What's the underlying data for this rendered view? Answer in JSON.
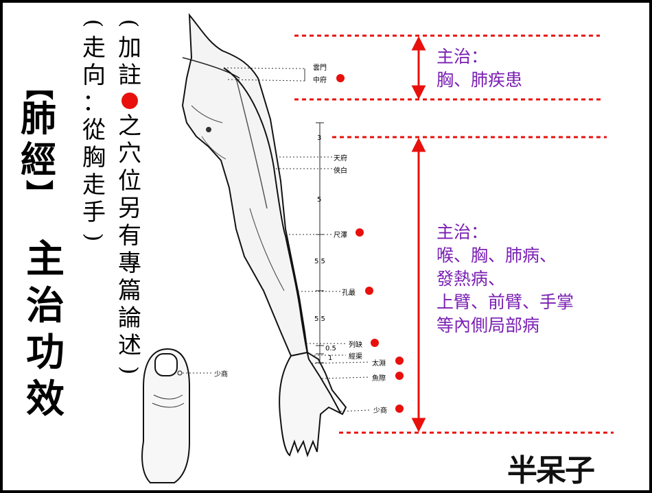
{
  "title": {
    "open_bracket": "【",
    "chars": [
      "肺",
      "經"
    ],
    "close_bracket": "】"
  },
  "subtitle": {
    "chars": [
      "主",
      "治",
      "功",
      "效"
    ]
  },
  "direction": {
    "open_paren": "(",
    "chars": [
      "走",
      "向",
      "：",
      "從",
      "胸",
      "走",
      "手"
    ],
    "close_paren": ")"
  },
  "note": {
    "open_paren": "(",
    "prefix_chars": [
      "加",
      "註"
    ],
    "suffix_chars": [
      "之",
      "穴",
      "位",
      "另",
      "有",
      "專",
      "篇",
      "論",
      "述"
    ],
    "close_paren": ")"
  },
  "points": {
    "yunmen": "雲門",
    "zhongfu": "中府",
    "tianfu": "天府",
    "xiabai": "俠白",
    "chize": "尺澤",
    "kongzui": "孔最",
    "lieque": "列缺",
    "jingqu": "經渠",
    "taiyuan": "太淵",
    "yuji": "魚際",
    "shaoshang": "少商",
    "shaoshang_thumb": "少商"
  },
  "measures": {
    "m1": "3",
    "m2": "5",
    "m3": "5.5",
    "m4": "5.5",
    "m5": "0.5",
    "m6": "1"
  },
  "treatment": {
    "upper": "主治：\n胸、肺疾患",
    "lower": "主治：\n喉、胸、肺病、\n發熱病、\n上臂、前臂、手掌\n等內側局部病"
  },
  "logo": "半呆子",
  "colors": {
    "highlight_dot": "#e8100c",
    "treatment_text": "#7a1fb3",
    "guide_line": "#e8100c"
  }
}
